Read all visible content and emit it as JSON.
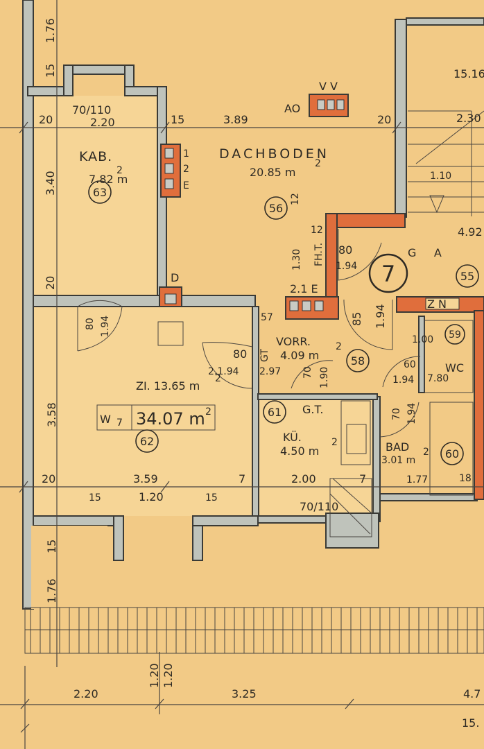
{
  "rooms": {
    "kab": {
      "name": "KAB.",
      "area": "7.82 m",
      "area_sup": "2",
      "no": "63"
    },
    "dachboden": {
      "name": "DACHBODEN",
      "area": "20.85 m",
      "area_sup": "2",
      "no": "56"
    },
    "zimmer": {
      "name": "ZI. 13.65 m",
      "area_sup": "2",
      "no": "62",
      "w": "W",
      "w_sub": "7",
      "w_area": "34.07 m",
      "w_sup": "2"
    },
    "vorraum": {
      "name": "VORR.",
      "area": "4.09 m",
      "area_sup": "2",
      "no": "58"
    },
    "kueche": {
      "name": "KÜ.",
      "area": "4.50 m",
      "area_sup": "2",
      "no": "61"
    },
    "bad": {
      "name": "BAD",
      "area": "3.01 m",
      "area_sup": "2",
      "no": "60"
    },
    "wc": {
      "name": "WC",
      "no": "59"
    },
    "stair": {
      "area": "4.92",
      "no": "55",
      "ga": "G     A",
      "top": "15.16"
    },
    "unit_no": "7"
  },
  "dims": {
    "d176a": "1.76",
    "d15a": "15",
    "d20a": "20",
    "d340": "3.40",
    "d20b": "20",
    "d358": "3.58",
    "d20c": "20",
    "d15b": "15",
    "d176b": "1.76",
    "kab_door": "70/110",
    "kab_w": "2.20",
    "d15c": "15",
    "d389": "3.89",
    "d20d": "20",
    "d230": "2.30",
    "d110": "1.10",
    "d12a": "12",
    "d12b": "12",
    "d130": "1.30",
    "d80a": "80",
    "d194a": "1.94",
    "d194b": "1.94",
    "d85": "85",
    "d80b": "80",
    "d194c": "1.94",
    "d80c": "80",
    "d194d": "2.1.94",
    "d297": "2.97",
    "d70a": "70",
    "d190": "1.90",
    "d57": "57",
    "d100": "1.00",
    "d60": "60",
    "d194e": "1.94",
    "d780": "7.80",
    "d70b": "70",
    "d194f": "1.94",
    "d359": "3.59",
    "d7a": "7",
    "d200": "2.00",
    "d7b": "7",
    "d177": "1.77",
    "d18": "18",
    "d15d": "15",
    "d120": "1.20",
    "d15e": "15",
    "kue_door": "70/110",
    "gt1": "GT",
    "gt2": "G.T.",
    "fht": "FH.T.",
    "b220": "2.20",
    "b120a": "1.20",
    "b120b": "1.20",
    "b325": "3.25",
    "b47": "4.7",
    "b15": "15."
  },
  "shaft": {
    "ao": "AO",
    "vv": "V V",
    "e1": "1",
    "e2": "2",
    "e3": "E",
    "d": "D",
    "e21": "2.1 E",
    "zn": "Z N"
  }
}
